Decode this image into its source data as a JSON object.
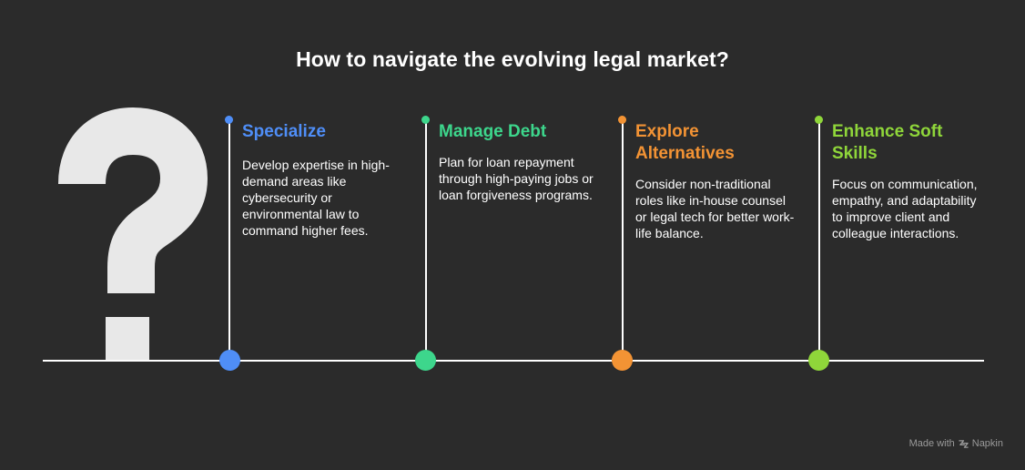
{
  "title": "How to navigate the evolving legal market?",
  "colors": {
    "background": "#2b2b2b",
    "line": "#ffffff",
    "question_mark": "#e8e8e8",
    "footer_text": "#9a9a9a"
  },
  "steps": [
    {
      "heading": "Specialize",
      "description": "Develop expertise in high-demand areas like cybersecurity or environmental law to command higher fees.",
      "color": "#4f8ef7"
    },
    {
      "heading": "Manage Debt",
      "description": "Plan for loan repayment through high-paying jobs or loan forgiveness programs.",
      "color": "#3dd68c"
    },
    {
      "heading": "Explore Alternatives",
      "description": "Consider non-traditional roles like in-house counsel or legal tech for better work-life balance.",
      "color": "#f39334"
    },
    {
      "heading": "Enhance Soft Skills",
      "description": "Focus on communication, empathy, and adaptability to improve client and colleague interactions.",
      "color": "#8fd63a"
    }
  ],
  "footer": {
    "prefix": "Made with",
    "brand": "Napkin",
    "icon": "napkin-logo-icon"
  }
}
